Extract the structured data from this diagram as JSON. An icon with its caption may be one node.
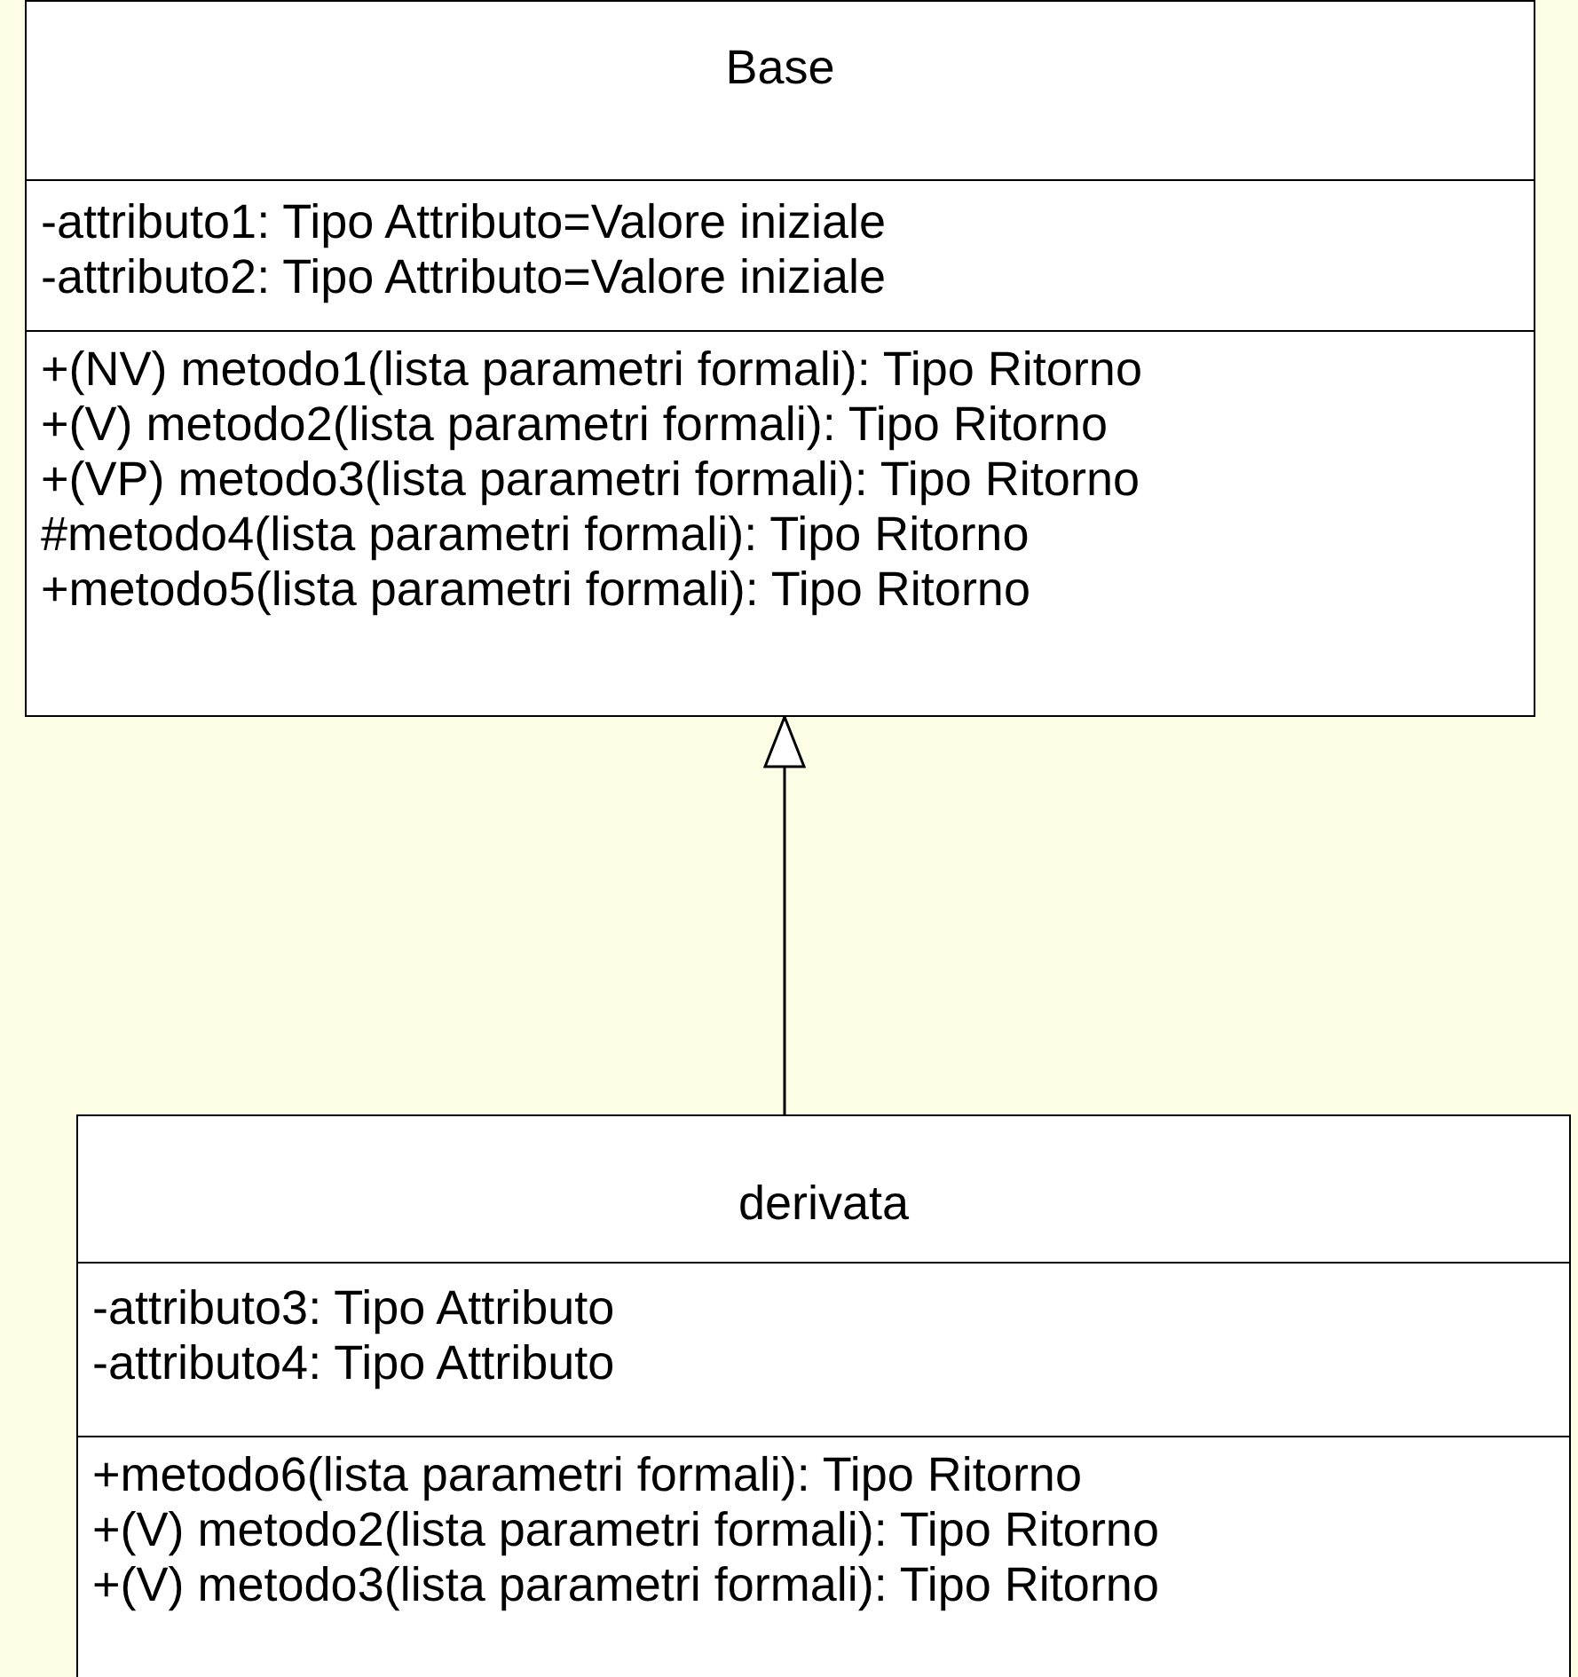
{
  "diagram": {
    "nodes": [
      {
        "text": [
          "Base"
        ]
      },
      {
        "text": [
          "-attributo1: Tipo Attributo=Valore iniziale",
          "-attributo2: Tipo Attributo=Valore iniziale"
        ],
        "in": 0
      },
      {
        "text": [
          "+(NV) metodo1(lista parametri formali): Tipo Ritorno",
          "+(V) metodo2(lista parametri formali): Tipo Ritorno",
          "+(VP) metodo3(lista parametri formali): Tipo Ritorno",
          "#metodo4(lista parametri formali): Tipo Ritorno",
          "+metodo5(lista parametri formali): Tipo Ritorno"
        ],
        "in": 0
      },
      {
        "text": [
          "derivata"
        ]
      },
      {
        "text": [
          "-attributo3: Tipo Attributo",
          "-attributo4: Tipo Attributo"
        ],
        "in": 3
      },
      {
        "text": [
          "+metodo6(lista parametri formali): Tipo Ritorno",
          "+(V) metodo2(lista parametri formali): Tipo Ritorno",
          "+(V) metodo3(lista parametri formali): Tipo Ritorno"
        ],
        "in": 3
      }
    ],
    "edges": [
      {
        "from": 3,
        "to": 0,
        "arrow": "to"
      }
    ]
  }
}
